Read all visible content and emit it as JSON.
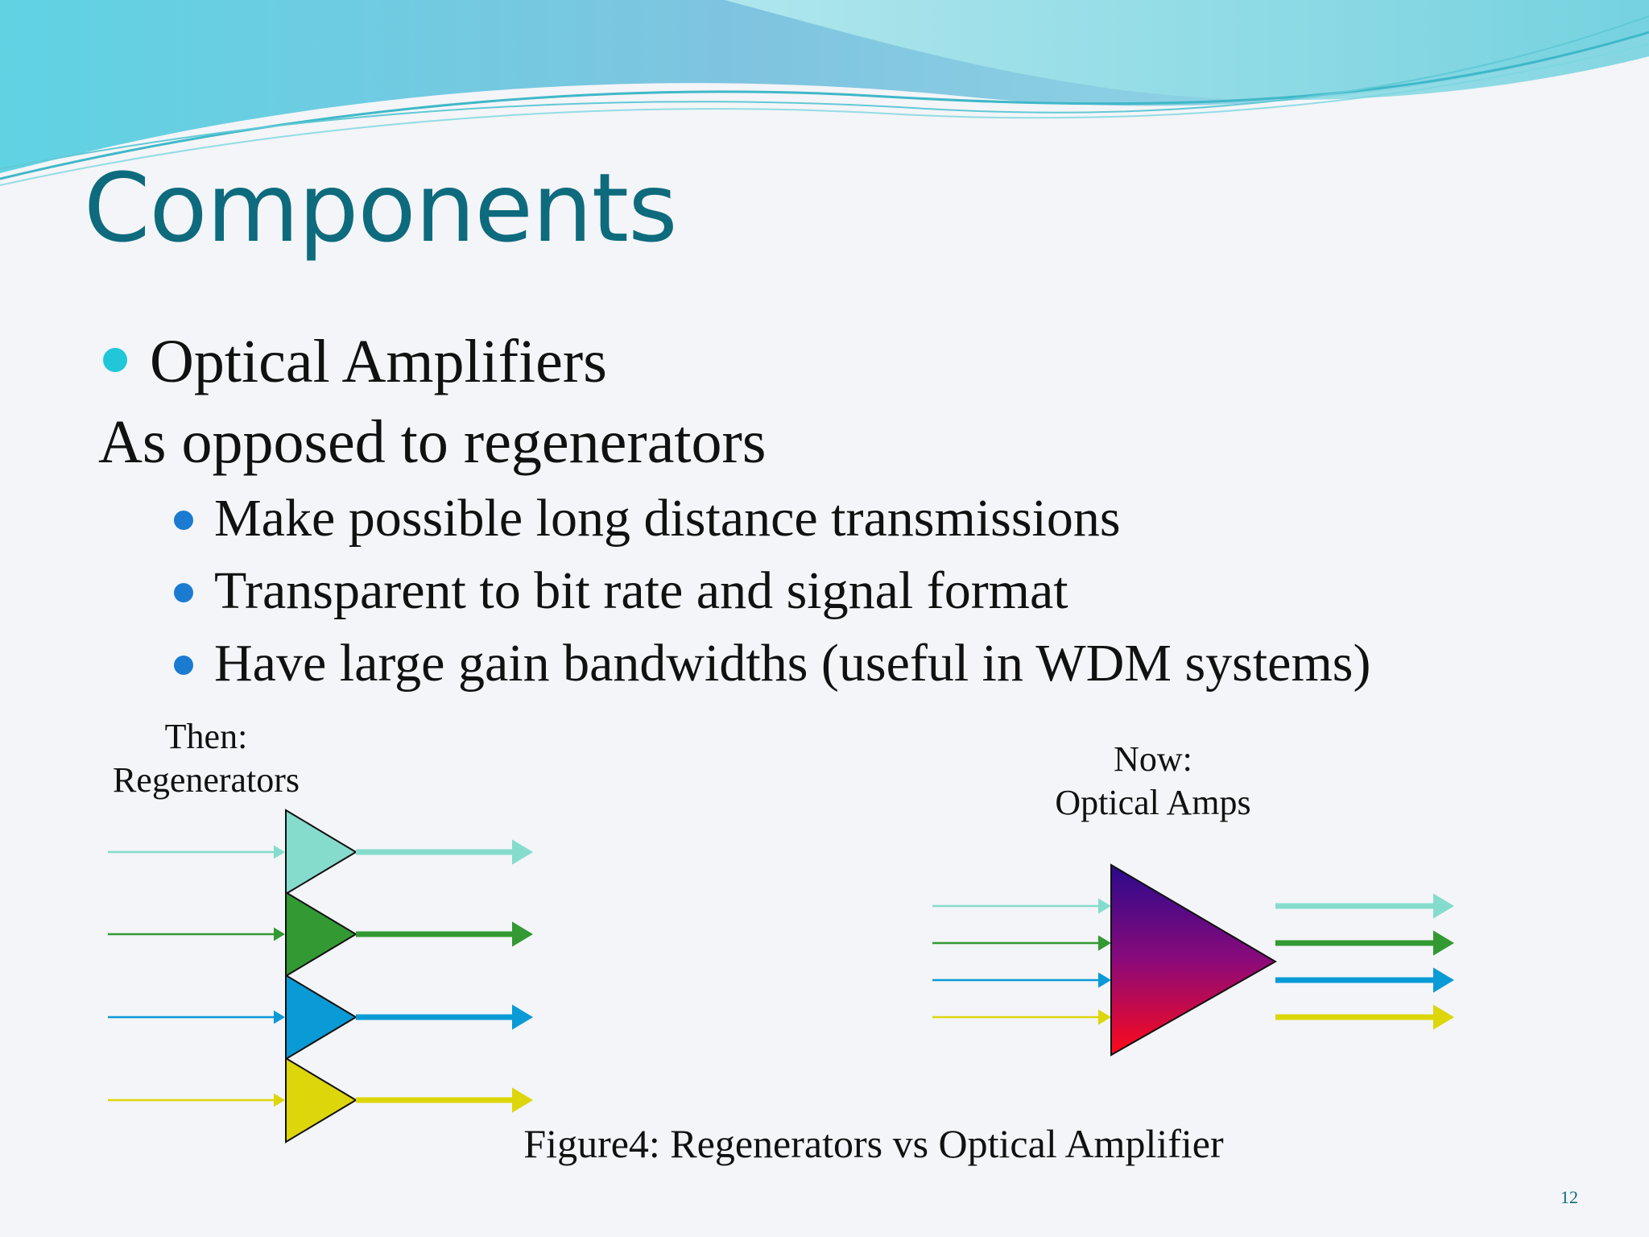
{
  "slide": {
    "title": "Components",
    "bullet1": "Optical Amplifiers",
    "line2": "As opposed to regenerators",
    "sub_bullets": [
      "Make possible long distance transmissions",
      "Transparent to bit rate and signal format",
      "Have large gain bandwidths (useful in WDM systems)"
    ],
    "page_number": "12"
  },
  "figure": {
    "then_label_1": "Then:",
    "then_label_2": "Regenerators",
    "now_label_1": "Now:",
    "now_label_2": "Optical Amps",
    "caption": "Figure4: Regenerators vs Optical Amplifier",
    "channel_colors": [
      "#86dccc",
      "#339933",
      "#0a9ad6",
      "#ddd60a"
    ],
    "amp_gradient": [
      "#2a0a8c",
      "#8a0a7a",
      "#ff0a1a"
    ]
  },
  "theme": {
    "title_color": "#0e6b7d",
    "accent_bullet": "#21c7d9",
    "sub_bullet": "#1a7bd0"
  }
}
